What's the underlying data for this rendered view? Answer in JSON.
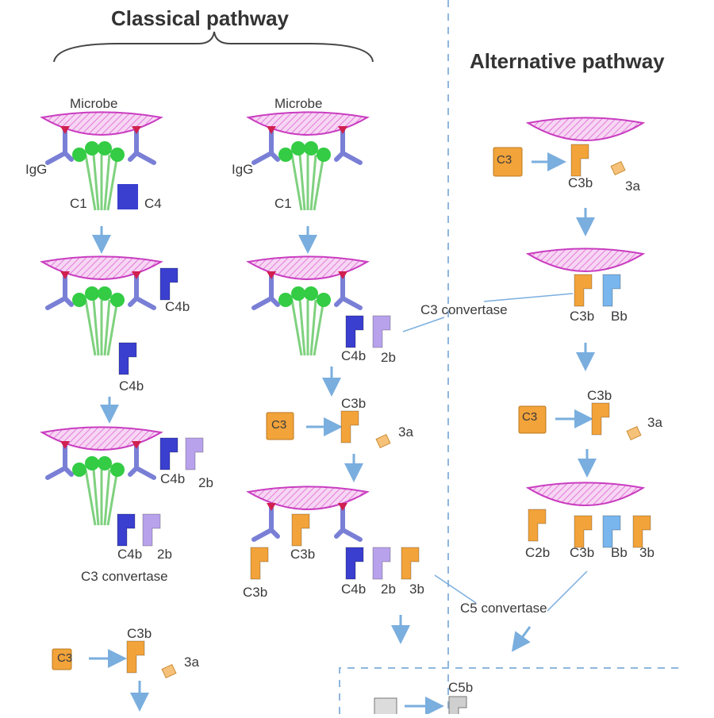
{
  "titles": {
    "classical": "Classical pathway",
    "alternative": "Alternative pathway"
  },
  "labels": {
    "microbe": "Microbe",
    "igg": "IgG",
    "c1": "C1",
    "c4": "C4",
    "c4b": "C4b",
    "c2b": "2b",
    "c3": "C3",
    "c3b": "C3b",
    "c3a": "3a",
    "c3b_short": "3b",
    "bb": "Bb",
    "c3_convertase": "C3 convertase",
    "c5_convertase": "C5 convertase",
    "c5b": "C5b",
    "c2b_full": "C2b"
  },
  "colors": {
    "microbe_fill": "#f3b8ee",
    "microbe_edge": "#c93dc0",
    "antibody": "#7a7fd6",
    "antibody_tip": "#d02050",
    "c1": "#33cc44",
    "c1_stem": "#7fd17f",
    "c4": "#3a3fcf",
    "c2b": "#b9a2ec",
    "c3": "#f2a33a",
    "bb": "#79b6ee",
    "arrow": "#7aaede",
    "dash": "#8fb6dd",
    "text": "#3a3a3a"
  }
}
